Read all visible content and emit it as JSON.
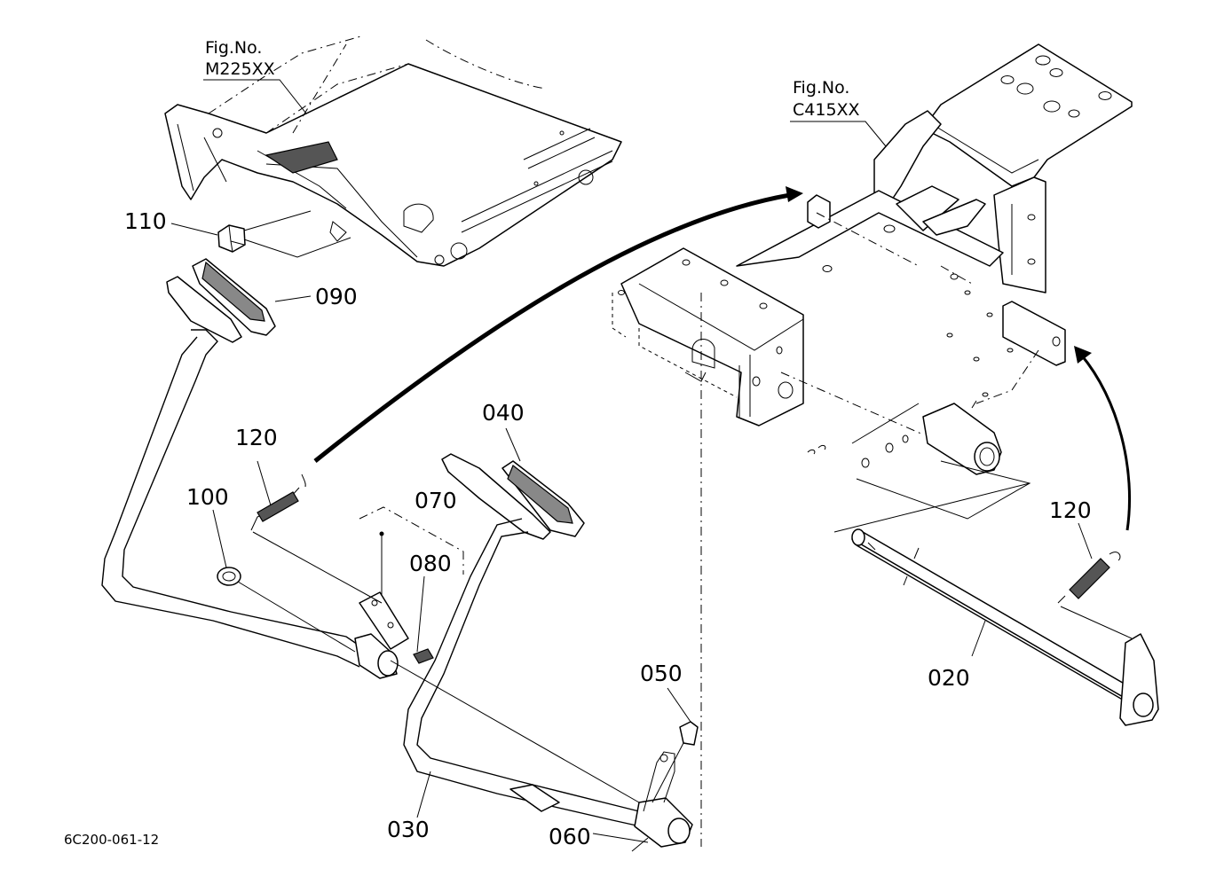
{
  "figure_refs": {
    "left": {
      "line1": "Fig.No.",
      "line2": "M225XX"
    },
    "right": {
      "line1": "Fig.No.",
      "line2": "C415XX"
    }
  },
  "callouts": {
    "p110": "110",
    "p090": "090",
    "p120_left": "120",
    "p100": "100",
    "p070": "070",
    "p080": "080",
    "p040": "040",
    "p050": "050",
    "p030": "030",
    "p060": "060",
    "p020": "020",
    "p120_right": "120"
  },
  "drawing_code": "6C200-061-12"
}
